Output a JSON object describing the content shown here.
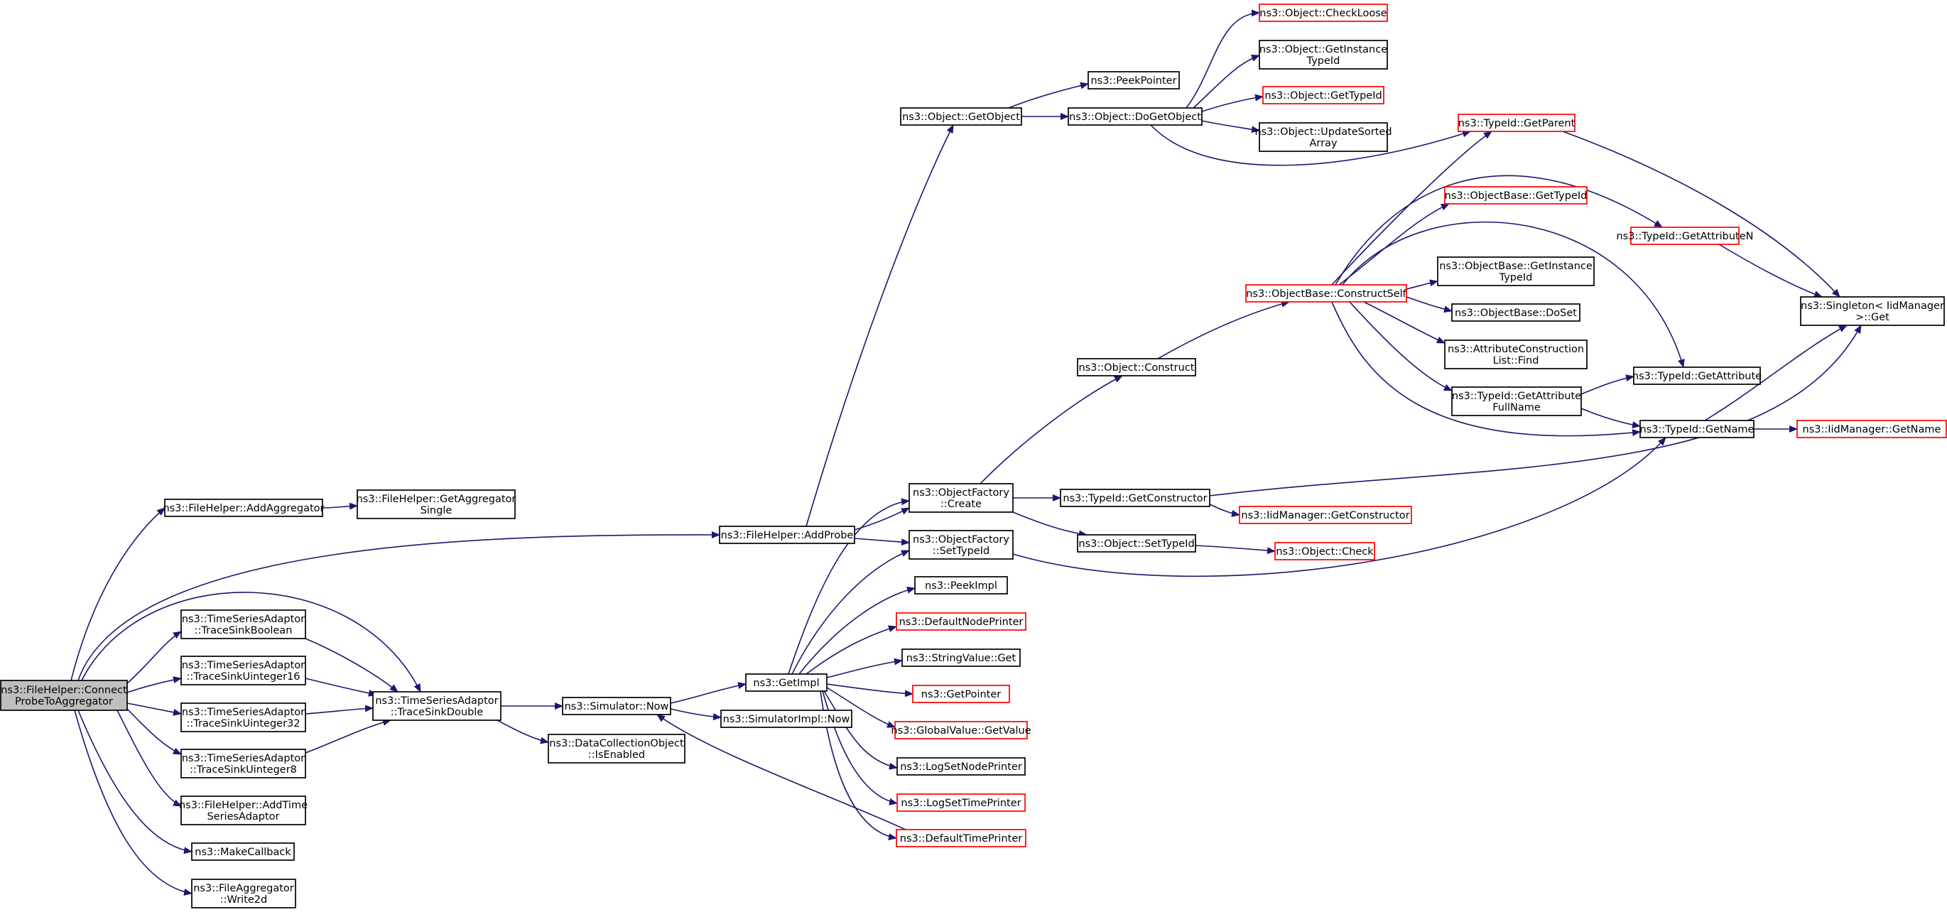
{
  "graph": {
    "root": "connect-probe",
    "colors": {
      "edge": "#191970",
      "normal_border": "#000000",
      "truncated_border": "#ff0000",
      "root_fill": "#bfbfbf"
    },
    "nodes": [
      {
        "id": "connect-probe",
        "lines": [
          "ns3::FileHelper::Connect",
          "ProbeToAggregator"
        ],
        "style": "root"
      },
      {
        "id": "add-aggregator",
        "lines": [
          "ns3::FileHelper::AddAggregator"
        ],
        "style": "normal"
      },
      {
        "id": "get-aggregator-single",
        "lines": [
          "ns3::FileHelper::GetAggregator",
          "Single"
        ],
        "style": "normal"
      },
      {
        "id": "add-probe",
        "lines": [
          "ns3::FileHelper::AddProbe"
        ],
        "style": "normal"
      },
      {
        "id": "trace-sink-boolean",
        "lines": [
          "ns3::TimeSeriesAdaptor",
          "::TraceSinkBoolean"
        ],
        "style": "normal"
      },
      {
        "id": "trace-sink-uinteger16",
        "lines": [
          "ns3::TimeSeriesAdaptor",
          "::TraceSinkUinteger16"
        ],
        "style": "normal"
      },
      {
        "id": "trace-sink-uinteger32",
        "lines": [
          "ns3::TimeSeriesAdaptor",
          "::TraceSinkUinteger32"
        ],
        "style": "normal"
      },
      {
        "id": "trace-sink-uinteger8",
        "lines": [
          "ns3::TimeSeriesAdaptor",
          "::TraceSinkUinteger8"
        ],
        "style": "normal"
      },
      {
        "id": "add-time-series-adaptor",
        "lines": [
          "ns3::FileHelper::AddTime",
          "SeriesAdaptor"
        ],
        "style": "normal"
      },
      {
        "id": "make-callback",
        "lines": [
          "ns3::MakeCallback"
        ],
        "style": "normal"
      },
      {
        "id": "file-aggregator-write2d",
        "lines": [
          "ns3::FileAggregator",
          "::Write2d"
        ],
        "style": "normal"
      },
      {
        "id": "trace-sink-double",
        "lines": [
          "ns3::TimeSeriesAdaptor",
          "::TraceSinkDouble"
        ],
        "style": "normal"
      },
      {
        "id": "simulator-now",
        "lines": [
          "ns3::Simulator::Now"
        ],
        "style": "normal"
      },
      {
        "id": "data-collection-is-enabled",
        "lines": [
          "ns3::DataCollectionObject",
          "::IsEnabled"
        ],
        "style": "normal"
      },
      {
        "id": "get-impl",
        "lines": [
          "ns3::GetImpl"
        ],
        "style": "normal"
      },
      {
        "id": "simulator-impl-now",
        "lines": [
          "ns3::SimulatorImpl::Now"
        ],
        "style": "normal"
      },
      {
        "id": "object-get-object",
        "lines": [
          "ns3::Object::GetObject"
        ],
        "style": "normal"
      },
      {
        "id": "object-factory-create",
        "lines": [
          "ns3::ObjectFactory",
          "::Create"
        ],
        "style": "normal"
      },
      {
        "id": "object-factory-set-type-id",
        "lines": [
          "ns3::ObjectFactory",
          "::SetTypeId"
        ],
        "style": "normal"
      },
      {
        "id": "peek-impl",
        "lines": [
          "ns3::PeekImpl"
        ],
        "style": "normal"
      },
      {
        "id": "default-node-printer",
        "lines": [
          "ns3::DefaultNodePrinter"
        ],
        "style": "red"
      },
      {
        "id": "string-value-get",
        "lines": [
          "ns3::StringValue::Get"
        ],
        "style": "normal"
      },
      {
        "id": "get-pointer",
        "lines": [
          "ns3::GetPointer"
        ],
        "style": "red"
      },
      {
        "id": "global-value-get-value",
        "lines": [
          "ns3::GlobalValue::GetValue"
        ],
        "style": "red"
      },
      {
        "id": "log-set-node-printer",
        "lines": [
          "ns3::LogSetNodePrinter"
        ],
        "style": "normal"
      },
      {
        "id": "log-set-time-printer",
        "lines": [
          "ns3::LogSetTimePrinter"
        ],
        "style": "red"
      },
      {
        "id": "default-time-printer",
        "lines": [
          "ns3::DefaultTimePrinter"
        ],
        "style": "red"
      },
      {
        "id": "peek-pointer",
        "lines": [
          "ns3::PeekPointer"
        ],
        "style": "normal"
      },
      {
        "id": "object-do-get-object",
        "lines": [
          "ns3::Object::DoGetObject"
        ],
        "style": "normal"
      },
      {
        "id": "object-check-loose",
        "lines": [
          "ns3::Object::CheckLoose"
        ],
        "style": "red"
      },
      {
        "id": "object-get-instance-type-id",
        "lines": [
          "ns3::Object::GetInstance",
          "TypeId"
        ],
        "style": "normal"
      },
      {
        "id": "object-get-type-id",
        "lines": [
          "ns3::Object::GetTypeId"
        ],
        "style": "red"
      },
      {
        "id": "object-update-sorted-array",
        "lines": [
          "ns3::Object::UpdateSorted",
          "Array"
        ],
        "style": "normal"
      },
      {
        "id": "object-construct",
        "lines": [
          "ns3::Object::Construct"
        ],
        "style": "normal"
      },
      {
        "id": "type-id-get-constructor",
        "lines": [
          "ns3::TypeId::GetConstructor"
        ],
        "style": "normal"
      },
      {
        "id": "object-set-type-id",
        "lines": [
          "ns3::Object::SetTypeId"
        ],
        "style": "normal"
      },
      {
        "id": "object-base-construct-self",
        "lines": [
          "ns3::ObjectBase::ConstructSelf"
        ],
        "style": "red"
      },
      {
        "id": "iid-manager-get-constructor",
        "lines": [
          "ns3::IidManager::GetConstructor"
        ],
        "style": "red"
      },
      {
        "id": "object-check",
        "lines": [
          "ns3::Object::Check"
        ],
        "style": "red"
      },
      {
        "id": "type-id-get-parent",
        "lines": [
          "ns3::TypeId::GetParent"
        ],
        "style": "red"
      },
      {
        "id": "object-base-get-type-id",
        "lines": [
          "ns3::ObjectBase::GetTypeId"
        ],
        "style": "red"
      },
      {
        "id": "object-base-get-instance-type-id",
        "lines": [
          "ns3::ObjectBase::GetInstance",
          "TypeId"
        ],
        "style": "normal"
      },
      {
        "id": "object-base-do-set",
        "lines": [
          "ns3::ObjectBase::DoSet"
        ],
        "style": "normal"
      },
      {
        "id": "attribute-construction-list-find",
        "lines": [
          "ns3::AttributeConstruction",
          "List::Find"
        ],
        "style": "normal"
      },
      {
        "id": "type-id-get-attribute-full-name",
        "lines": [
          "ns3::TypeId::GetAttribute",
          "FullName"
        ],
        "style": "normal"
      },
      {
        "id": "type-id-get-attribute-n",
        "lines": [
          "ns3::TypeId::GetAttributeN"
        ],
        "style": "red"
      },
      {
        "id": "type-id-get-attribute",
        "lines": [
          "ns3::TypeId::GetAttribute"
        ],
        "style": "normal"
      },
      {
        "id": "type-id-get-name",
        "lines": [
          "ns3::TypeId::GetName"
        ],
        "style": "normal"
      },
      {
        "id": "singleton-iid-manager-get",
        "lines": [
          "ns3::Singleton< IidManager",
          " >::Get"
        ],
        "style": "normal"
      },
      {
        "id": "iid-manager-get-name",
        "lines": [
          "ns3::IidManager::GetName"
        ],
        "style": "red"
      }
    ],
    "edges": [
      [
        "connect-probe",
        "add-aggregator"
      ],
      [
        "add-aggregator",
        "get-aggregator-single"
      ],
      [
        "connect-probe",
        "add-probe"
      ],
      [
        "connect-probe",
        "trace-sink-double"
      ],
      [
        "connect-probe",
        "trace-sink-boolean"
      ],
      [
        "connect-probe",
        "trace-sink-uinteger16"
      ],
      [
        "connect-probe",
        "trace-sink-uinteger32"
      ],
      [
        "connect-probe",
        "trace-sink-uinteger8"
      ],
      [
        "connect-probe",
        "add-time-series-adaptor"
      ],
      [
        "connect-probe",
        "make-callback"
      ],
      [
        "connect-probe",
        "file-aggregator-write2d"
      ],
      [
        "trace-sink-boolean",
        "trace-sink-double"
      ],
      [
        "trace-sink-uinteger16",
        "trace-sink-double"
      ],
      [
        "trace-sink-uinteger32",
        "trace-sink-double"
      ],
      [
        "trace-sink-uinteger8",
        "trace-sink-double"
      ],
      [
        "trace-sink-double",
        "simulator-now"
      ],
      [
        "trace-sink-double",
        "data-collection-is-enabled"
      ],
      [
        "simulator-now",
        "get-impl"
      ],
      [
        "simulator-now",
        "simulator-impl-now"
      ],
      [
        "add-probe",
        "object-get-object"
      ],
      [
        "add-probe",
        "object-factory-create"
      ],
      [
        "add-probe",
        "object-factory-set-type-id"
      ],
      [
        "get-impl",
        "object-factory-create"
      ],
      [
        "get-impl",
        "object-factory-set-type-id"
      ],
      [
        "get-impl",
        "peek-impl"
      ],
      [
        "get-impl",
        "default-node-printer"
      ],
      [
        "get-impl",
        "string-value-get"
      ],
      [
        "get-impl",
        "get-pointer"
      ],
      [
        "get-impl",
        "global-value-get-value"
      ],
      [
        "get-impl",
        "log-set-node-printer"
      ],
      [
        "get-impl",
        "log-set-time-printer"
      ],
      [
        "get-impl",
        "default-time-printer"
      ],
      [
        "default-time-printer",
        "simulator-now"
      ],
      [
        "object-get-object",
        "peek-pointer"
      ],
      [
        "object-get-object",
        "object-do-get-object"
      ],
      [
        "object-do-get-object",
        "object-check-loose"
      ],
      [
        "object-do-get-object",
        "object-get-instance-type-id"
      ],
      [
        "object-do-get-object",
        "object-get-type-id"
      ],
      [
        "object-do-get-object",
        "object-update-sorted-array"
      ],
      [
        "object-do-get-object",
        "type-id-get-parent"
      ],
      [
        "object-factory-create",
        "object-construct"
      ],
      [
        "object-factory-create",
        "type-id-get-constructor"
      ],
      [
        "object-factory-create",
        "object-set-type-id"
      ],
      [
        "object-factory-set-type-id",
        "type-id-get-name"
      ],
      [
        "object-construct",
        "object-base-construct-self"
      ],
      [
        "type-id-get-constructor",
        "iid-manager-get-constructor"
      ],
      [
        "type-id-get-constructor",
        "singleton-iid-manager-get"
      ],
      [
        "object-set-type-id",
        "object-check"
      ],
      [
        "object-base-construct-self",
        "type-id-get-parent"
      ],
      [
        "object-base-construct-self",
        "object-base-get-type-id"
      ],
      [
        "object-base-construct-self",
        "type-id-get-attribute-n"
      ],
      [
        "object-base-construct-self",
        "type-id-get-attribute"
      ],
      [
        "object-base-construct-self",
        "object-base-get-instance-type-id"
      ],
      [
        "object-base-construct-self",
        "object-base-do-set"
      ],
      [
        "object-base-construct-self",
        "attribute-construction-list-find"
      ],
      [
        "object-base-construct-self",
        "type-id-get-attribute-full-name"
      ],
      [
        "object-base-construct-self",
        "type-id-get-name"
      ],
      [
        "type-id-get-attribute-full-name",
        "type-id-get-attribute"
      ],
      [
        "type-id-get-attribute-full-name",
        "type-id-get-name"
      ],
      [
        "type-id-get-parent",
        "singleton-iid-manager-get"
      ],
      [
        "type-id-get-attribute-n",
        "singleton-iid-manager-get"
      ],
      [
        "type-id-get-name",
        "singleton-iid-manager-get"
      ],
      [
        "type-id-get-name",
        "iid-manager-get-name"
      ]
    ]
  }
}
